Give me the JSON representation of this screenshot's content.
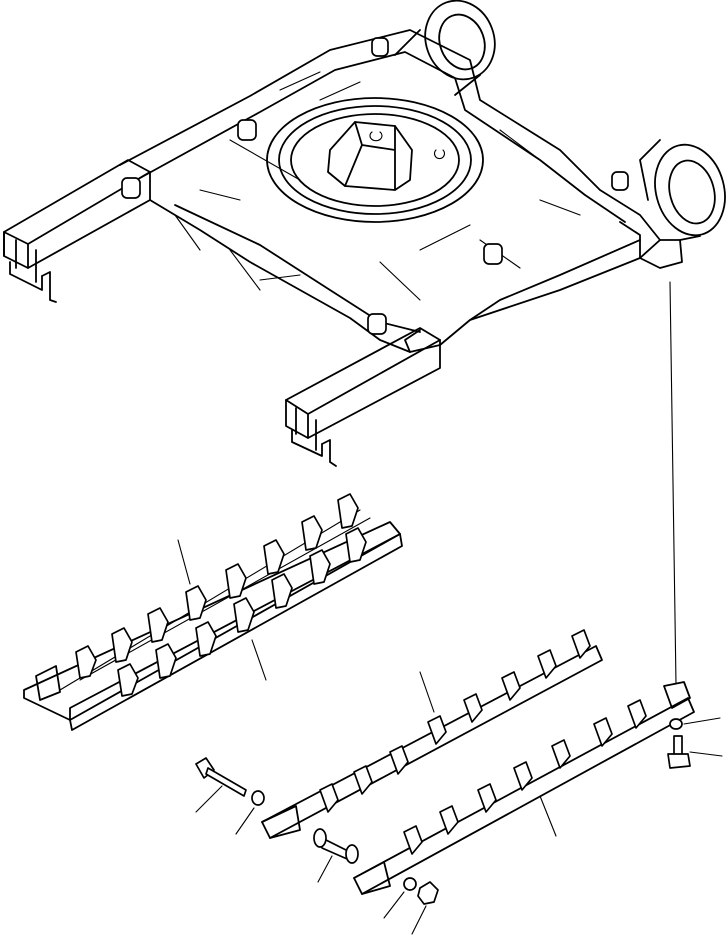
{
  "figure": {
    "type": "exploded-parts-diagram",
    "line_color": "#000000",
    "background": "#ffffff",
    "parts": [
      {
        "name": "track-frame",
        "callout": false
      },
      {
        "name": "track-guard-assembly",
        "callout": true
      },
      {
        "name": "guard-base-plate",
        "callout": true
      },
      {
        "name": "guard-rail-upper",
        "callout": true
      },
      {
        "name": "guard-rail-lower",
        "callout": true
      },
      {
        "name": "bolt-left",
        "callout": true
      },
      {
        "name": "washer-left",
        "callout": true
      },
      {
        "name": "spacer-pipe",
        "callout": true
      },
      {
        "name": "washer-bottom",
        "callout": true
      },
      {
        "name": "nut-bottom",
        "callout": true
      },
      {
        "name": "washer-right",
        "callout": true
      },
      {
        "name": "bolt-right",
        "callout": true
      }
    ]
  }
}
